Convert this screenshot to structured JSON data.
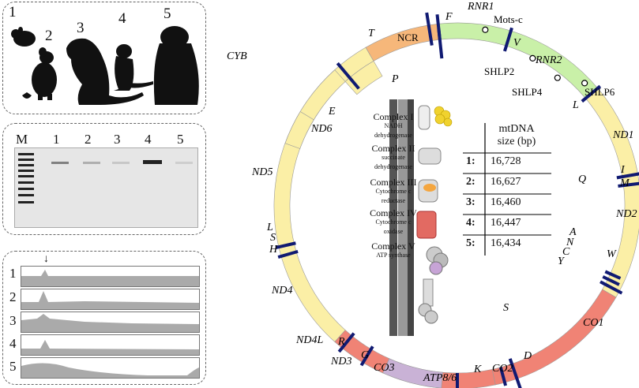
{
  "species_panel": {
    "numbers": [
      "1",
      "2",
      "3",
      "4",
      "5"
    ]
  },
  "gel_panel": {
    "lanes": [
      "M",
      "1",
      "2",
      "3",
      "4",
      "5"
    ]
  },
  "coverage_panel": {
    "rows": [
      "1",
      "2",
      "3",
      "4",
      "5"
    ],
    "marker": "↓"
  },
  "genome_map": {
    "genes": {
      "rnr1": "RNR1",
      "mots_c": "Mots-c",
      "f": "F",
      "v": "V",
      "rnr2": "RNR2",
      "shlp2": "SHLP2",
      "shlp4": "SHLP4",
      "shlp6": "SHLP6",
      "l_top": "L",
      "nd1": "ND1",
      "i": "I",
      "q": "Q",
      "m": "M",
      "nd2": "ND2",
      "a": "A",
      "n": "N",
      "c": "C",
      "y": "Y",
      "w": "W",
      "co1": "CO1",
      "s_co1": "S",
      "d": "D",
      "co2": "CO2",
      "k": "K",
      "atp": "ATP8/6",
      "co3": "CO3",
      "g": "G",
      "nd3": "ND3",
      "r": "R",
      "nd4l": "ND4L",
      "nd4": "ND4",
      "h": "H",
      "s_left": "S",
      "l_left": "L",
      "nd5": "ND5",
      "nd6": "ND6",
      "e": "E",
      "cyb": "CYB",
      "t": "T",
      "p": "P",
      "ncr": "NCR"
    },
    "colors": {
      "rrna_green": "#c9f0a8",
      "nd_yellow": "#fbefa6",
      "co_red": "#f08375",
      "atp_purple": "#c9b2d6",
      "cyb_orange": "#f6b77a",
      "trna_navy": "#101a72"
    }
  },
  "complexes": [
    {
      "title": "Complex I",
      "sub1": "NADH",
      "sub2": "dehydrogenase"
    },
    {
      "title": "Complex II",
      "sub1": "succinate",
      "sub2": "dehydrogenase"
    },
    {
      "title": "Complex III",
      "sub1": "Cytochrome c",
      "sub2": "reductase"
    },
    {
      "title": "Complex IV",
      "sub1": "Cytochrome c",
      "sub2": "oxidase"
    },
    {
      "title": "Complex V",
      "sub1": "ATP synthase",
      "sub2": ""
    }
  ],
  "size_table": {
    "header1": "mtDNA",
    "header2": "size (bp)",
    "rows": [
      {
        "k": "1:",
        "v": "16,728"
      },
      {
        "k": "2:",
        "v": "16,627"
      },
      {
        "k": "3:",
        "v": "16,460"
      },
      {
        "k": "4:",
        "v": "16,447"
      },
      {
        "k": "5:",
        "v": "16,434"
      }
    ]
  }
}
